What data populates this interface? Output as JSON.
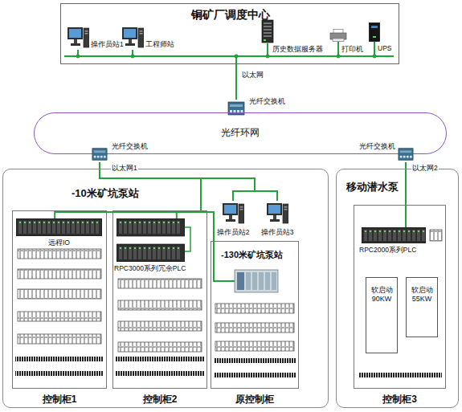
{
  "diagram": {
    "nodes": [
      {
        "text": [
          "铜矿厂调度中心"
        ]
      },
      {
        "text": [
          "操作员站1"
        ],
        "in": 0
      },
      {
        "text": [
          "工程师站"
        ],
        "in": 0
      },
      {
        "text": [
          "历史数据服务器"
        ],
        "in": 0
      },
      {
        "text": [
          "打印机"
        ],
        "in": 0
      },
      {
        "text": [
          "UPS"
        ],
        "in": 0
      },
      {
        "text": [
          "光纤交换机"
        ]
      },
      {
        "text": [
          "光纤环网"
        ]
      },
      {
        "text": [
          "光纤交换机"
        ]
      },
      {
        "text": [
          "光纤交换机"
        ]
      },
      {
        "text": [
          "-10米矿坑泵站"
        ]
      },
      {
        "text": [
          "操作员站2"
        ],
        "in": 10
      },
      {
        "text": [
          "操作员站3"
        ],
        "in": 10
      },
      {
        "text": [
          "控制柜1"
        ],
        "in": 10
      },
      {
        "text": [
          "远程IO"
        ],
        "in": 13
      },
      {
        "text": [
          "控制柜2"
        ],
        "in": 10
      },
      {
        "text": [
          "RPC3000系列冗余PLC"
        ],
        "in": 15
      },
      {
        "text": [
          "-130米矿坑泵站",
          "原控制柜"
        ],
        "in": 10
      },
      {
        "text": [
          "移动潜水泵"
        ]
      },
      {
        "text": [
          "控制柜3"
        ],
        "in": 18
      },
      {
        "text": [
          "RPC2000系列PLC"
        ],
        "in": 19
      },
      {
        "text": [
          "软启动 90KW"
        ],
        "in": 19
      },
      {
        "text": [
          "软启动 55KW"
        ],
        "in": 19
      }
    ],
    "edges": [
      {
        "from": 1,
        "to": 6,
        "arrow": "none",
        "label": "以太网"
      },
      {
        "from": 2,
        "to": 6,
        "arrow": "none"
      },
      {
        "from": 3,
        "to": 6,
        "arrow": "none"
      },
      {
        "from": 4,
        "to": 6,
        "arrow": "none"
      },
      {
        "from": 5,
        "to": 6,
        "arrow": "none"
      },
      {
        "from": 8,
        "to": 11,
        "arrow": "none"
      },
      {
        "from": 8,
        "to": 12,
        "arrow": "none"
      },
      {
        "from": 8,
        "to": 14,
        "arrow": "none",
        "label": "以太网1"
      },
      {
        "from": 8,
        "to": 16,
        "arrow": "none"
      },
      {
        "from": 8,
        "to": 17,
        "arrow": "none"
      },
      {
        "from": 9,
        "to": 20,
        "arrow": "none",
        "label": "以太网2"
      }
    ]
  }
}
